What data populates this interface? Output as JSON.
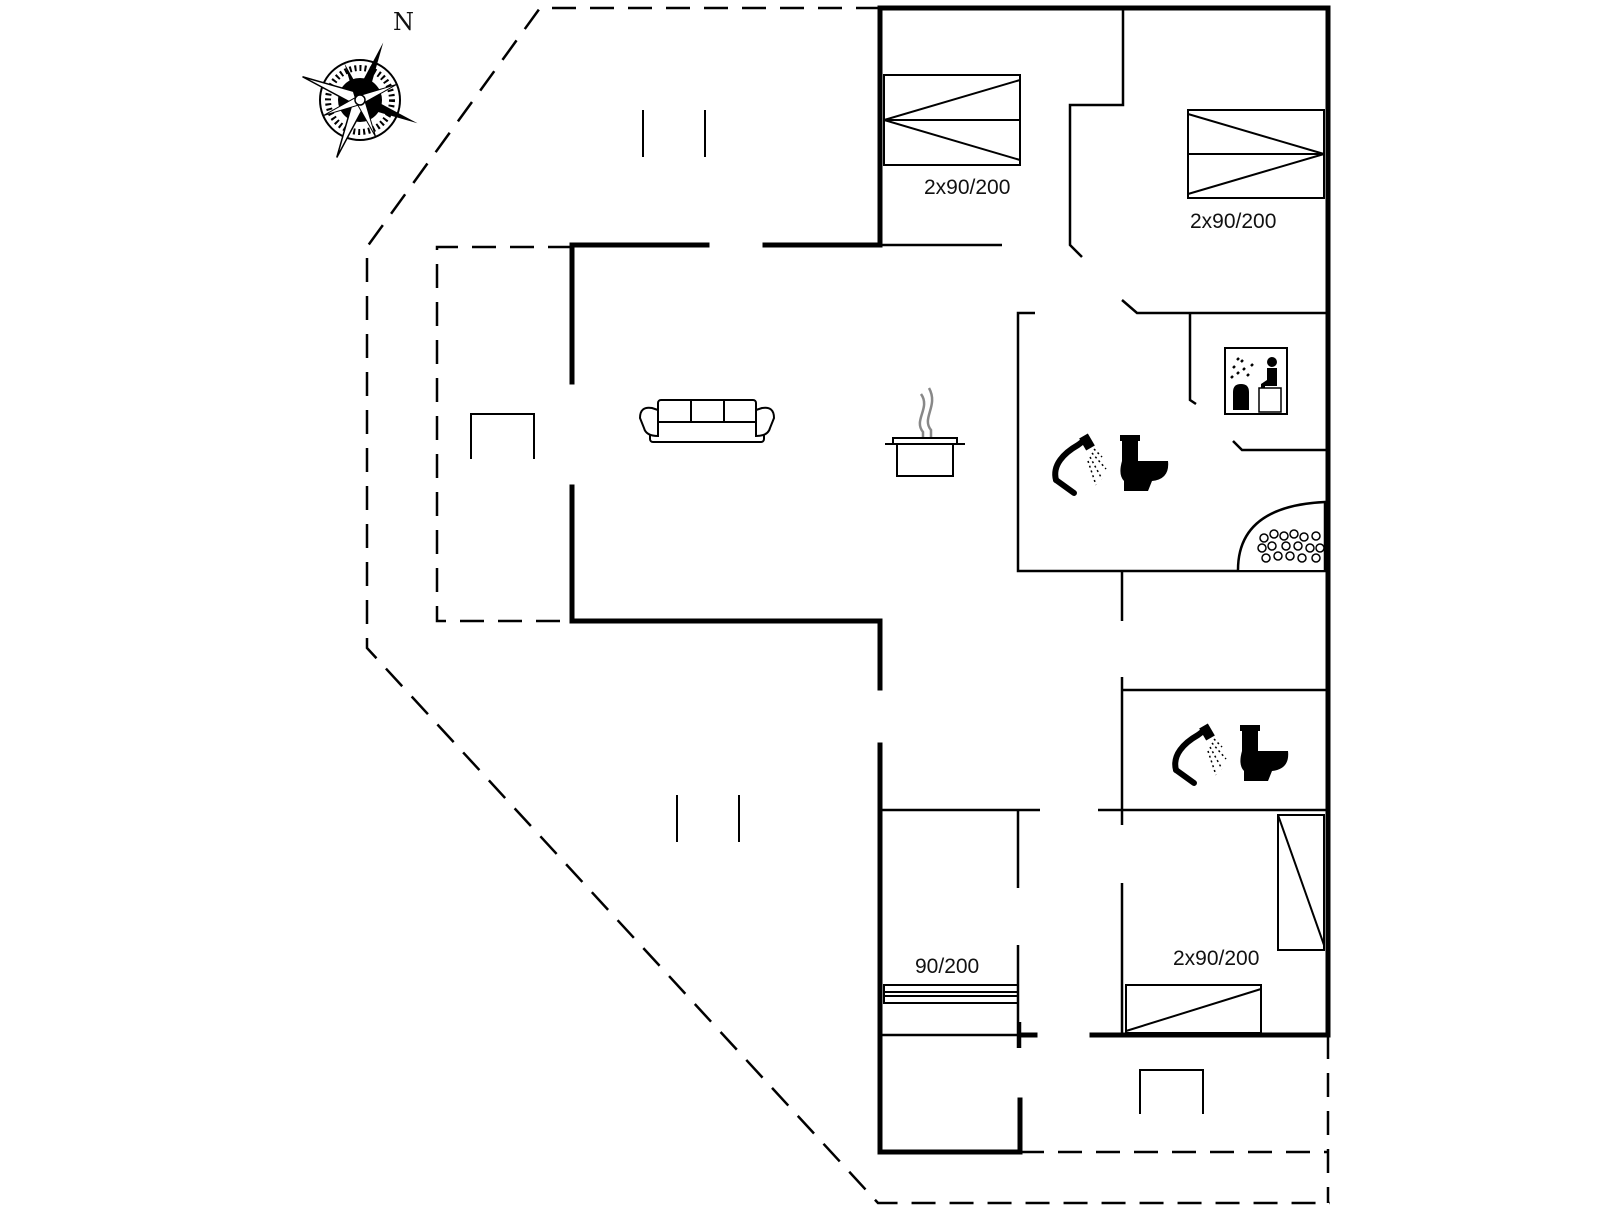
{
  "compass": {
    "north_label": "N"
  },
  "beds": {
    "bedroom_north_1": "2x90/200",
    "bedroom_north_2": "2x90/200",
    "bedroom_south_single": "90/200",
    "bedroom_south_double": "2x90/200"
  },
  "icons": [
    "compass-icon",
    "sofa-icon",
    "cooking-pot-icon",
    "shower-icon",
    "toilet-icon",
    "sauna-icon",
    "spa-tub-icon"
  ]
}
